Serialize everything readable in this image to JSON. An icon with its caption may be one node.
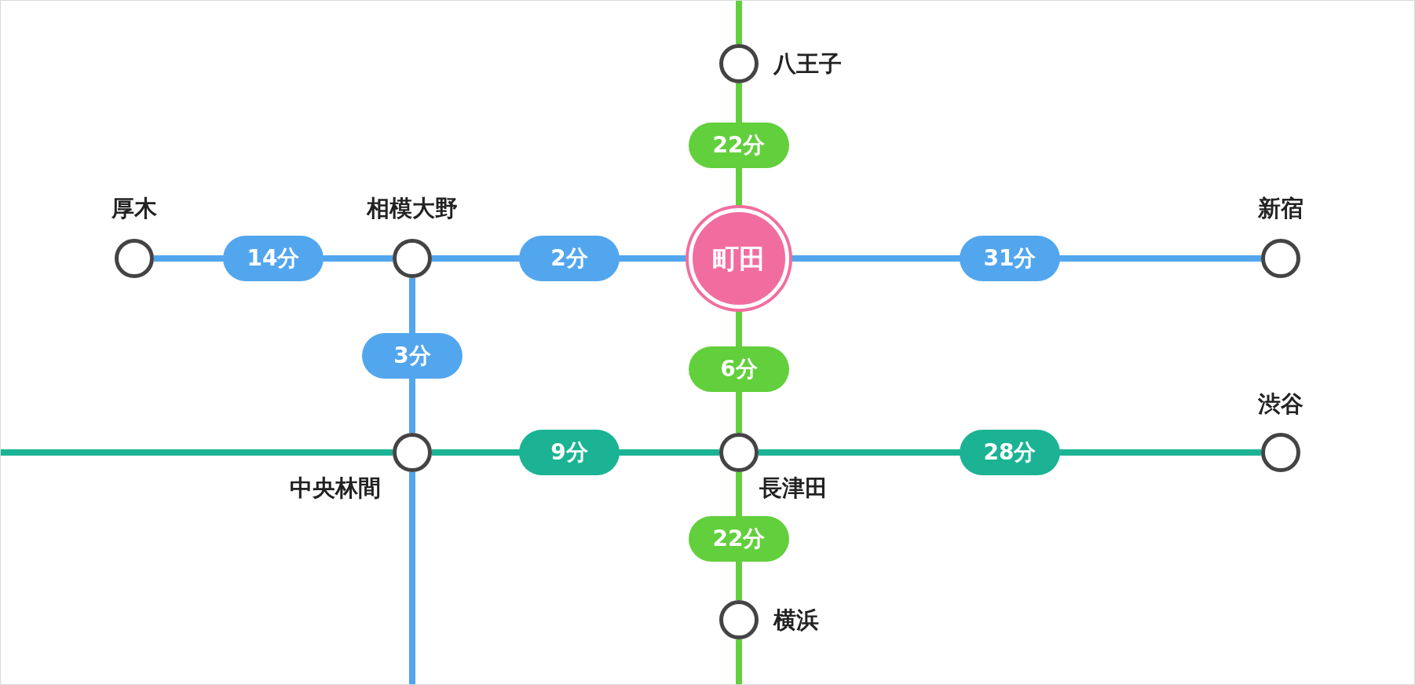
{
  "diagram": {
    "nodes": [
      {
        "text": [],
        "shape": "circle",
        "beside": [
          "八王子"
        ]
      },
      {
        "text": [],
        "shape": "circle",
        "beside": [
          "厚木"
        ]
      },
      {
        "text": [],
        "shape": "circle",
        "beside": [
          "相模大野"
        ]
      },
      {
        "text": [
          "町田"
        ]
      },
      {
        "text": [],
        "shape": "circle",
        "beside": [
          "新宿"
        ]
      },
      {
        "text": [],
        "shape": "circle",
        "beside": [
          "中央林間"
        ]
      },
      {
        "text": [],
        "shape": "circle",
        "beside": [
          "長津田"
        ]
      },
      {
        "text": [],
        "shape": "circle",
        "beside": [
          "渋谷"
        ]
      },
      {
        "text": [],
        "shape": "circle",
        "beside": [
          "横浜"
        ]
      }
    ],
    "edges": [
      {
        "from": null,
        "to": 0,
        "arrow": "none",
        "color": "#62cf3c"
      },
      {
        "from": 0,
        "to": 3,
        "arrow": "none",
        "label": "22分",
        "color": "#62cf3c"
      },
      {
        "from": 1,
        "to": 2,
        "arrow": "none",
        "label": "14分",
        "color": "#52a6ee"
      },
      {
        "from": 2,
        "to": 3,
        "arrow": "none",
        "label": "2分",
        "color": "#52a6ee"
      },
      {
        "from": 3,
        "to": 4,
        "arrow": "none",
        "label": "31分",
        "color": "#52a6ee"
      },
      {
        "from": 2,
        "to": 5,
        "arrow": "none",
        "label": "3分",
        "color": "#52a6ee"
      },
      {
        "from": 5,
        "to": null,
        "arrow": "none",
        "color": "#52a6ee"
      },
      {
        "from": 3,
        "to": 6,
        "arrow": "none",
        "label": "6分",
        "color": "#62cf3c"
      },
      {
        "from": null,
        "to": 5,
        "arrow": "none",
        "color": "#1bb394"
      },
      {
        "from": 5,
        "to": 6,
        "arrow": "none",
        "label": "9分",
        "color": "#1bb394"
      },
      {
        "from": 6,
        "to": 7,
        "arrow": "none",
        "label": "28分",
        "color": "#1bb394"
      },
      {
        "from": 6,
        "to": 8,
        "arrow": "none",
        "label": "22分",
        "color": "#62cf3c"
      },
      {
        "from": 8,
        "to": null,
        "arrow": "none",
        "color": "#62cf3c"
      }
    ]
  }
}
